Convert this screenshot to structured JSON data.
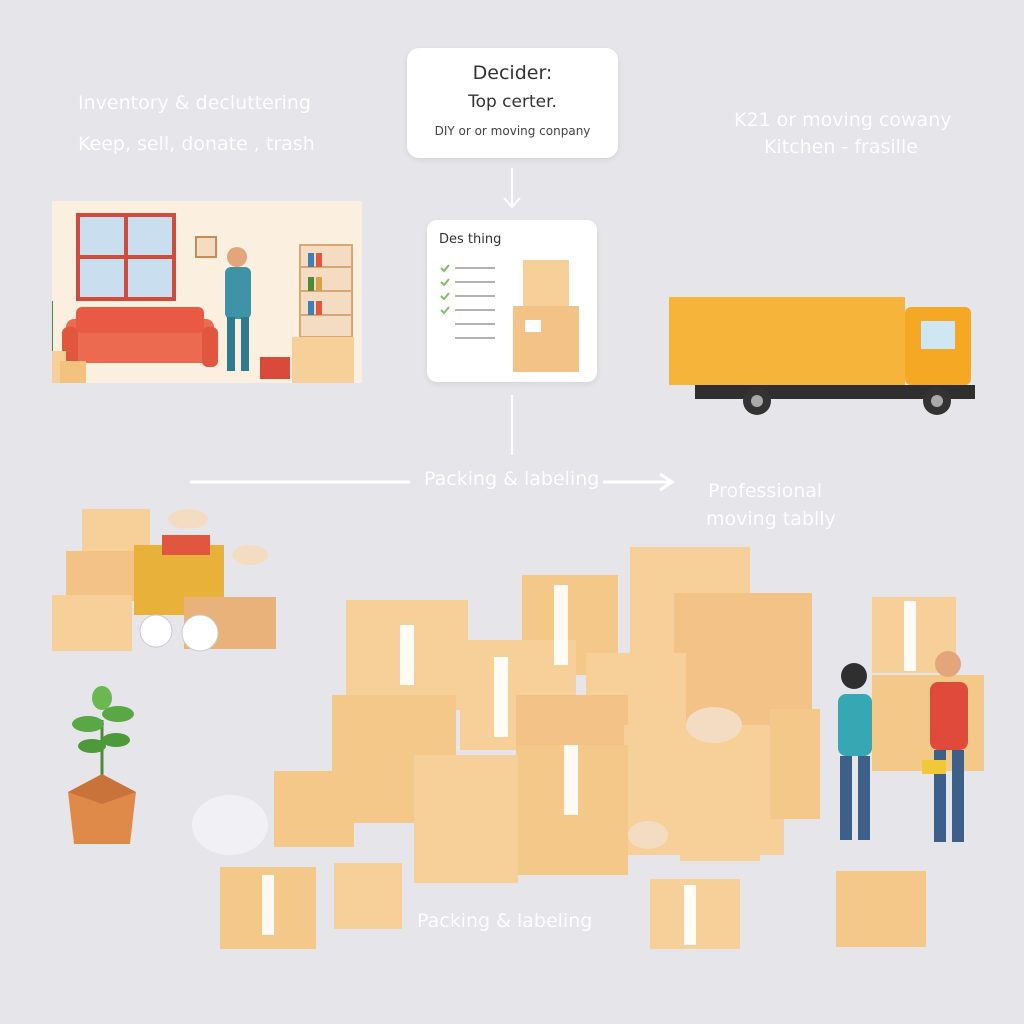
{
  "left_step": {
    "line1": "Inventory & decluttering",
    "line2": "Keep, sell, donate , trash"
  },
  "decider": {
    "title": "Decider:",
    "subtitle": "Top certer.",
    "note": "DIY or or moving conpany"
  },
  "right_step": {
    "line1": "K21 or moving cowany",
    "line2": "Kitchen - frasille"
  },
  "checklist": {
    "title": "Des thing"
  },
  "middle": {
    "packing_label": "Packing & labeling"
  },
  "professional": {
    "line1": "Professional",
    "line2": "moving tablly"
  },
  "bottom": {
    "packing_label": "Packing & labeling"
  },
  "colors": {
    "background": "#e6e6ea",
    "box": "#f7cf98",
    "truck": "#f6b43a",
    "sofa": "#ec6a4f"
  }
}
